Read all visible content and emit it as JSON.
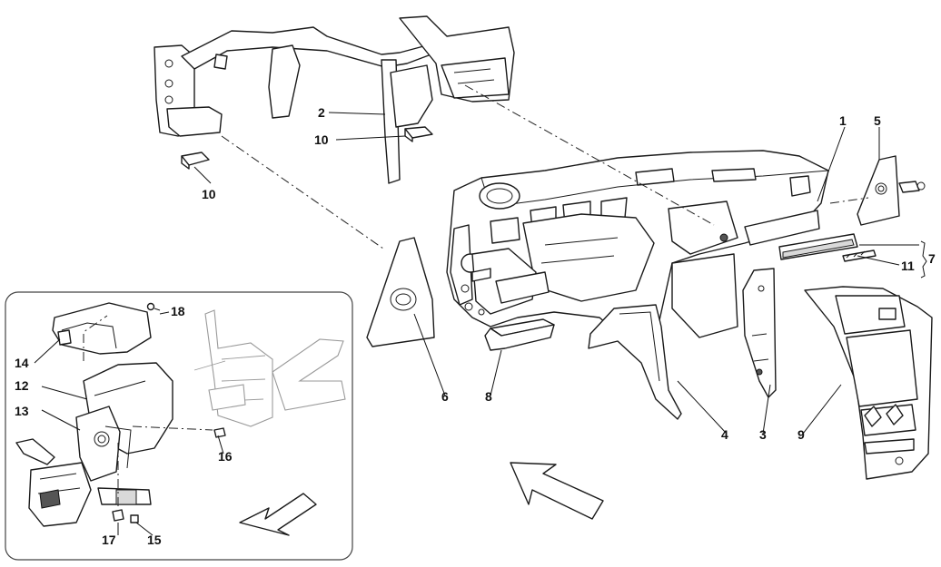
{
  "callouts": [
    {
      "id": "c1",
      "text": "1"
    },
    {
      "id": "c2",
      "text": "2"
    },
    {
      "id": "c3",
      "text": "3"
    },
    {
      "id": "c4",
      "text": "4"
    },
    {
      "id": "c5",
      "text": "5"
    },
    {
      "id": "c6",
      "text": "6"
    },
    {
      "id": "c7",
      "text": "7"
    },
    {
      "id": "c8",
      "text": "8"
    },
    {
      "id": "c9",
      "text": "9"
    },
    {
      "id": "c10a",
      "text": "10"
    },
    {
      "id": "c10b",
      "text": "10"
    },
    {
      "id": "c11",
      "text": "11"
    },
    {
      "id": "c12",
      "text": "12"
    },
    {
      "id": "c13",
      "text": "13"
    },
    {
      "id": "c14",
      "text": "14"
    },
    {
      "id": "c15",
      "text": "15"
    },
    {
      "id": "c16",
      "text": "16"
    },
    {
      "id": "c17",
      "text": "17"
    },
    {
      "id": "c18",
      "text": "18"
    }
  ],
  "icons": {
    "main_arrow": "direction-arrow-icon",
    "inset_arrow": "direction-arrow-icon"
  }
}
